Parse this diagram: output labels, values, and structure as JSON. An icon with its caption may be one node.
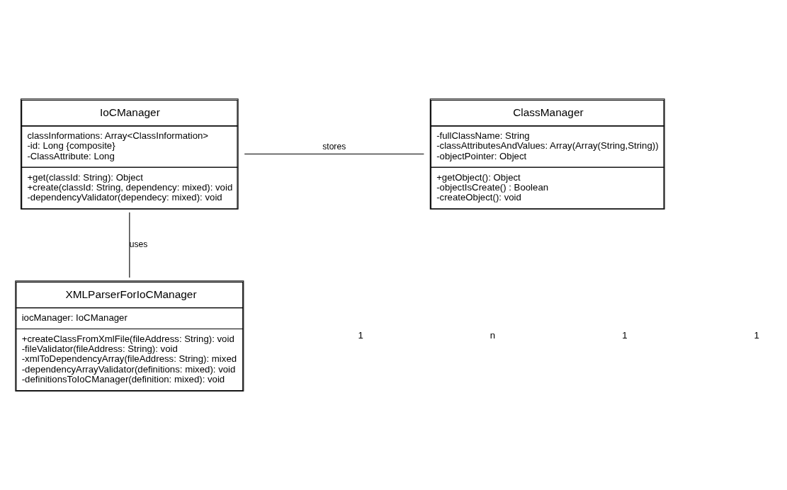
{
  "diagram": {
    "nodes": [
      {
        "text": [
          "IoCManager",
          "classInformations: Array<ClassInformation>",
          "-id: Long {composite}",
          "-ClassAttribute: Long",
          "+get(classId: String): Object",
          "+create(classId: String, dependency: mixed): void",
          "-dependencyValidator(dependecy: mixed): void"
        ]
      },
      {
        "text": [
          "ClassManager",
          "-fullClassName: String",
          "-classAttributesAndValues: Array(Array(String,String))",
          "-objectPointer: Object",
          "+getObject(): Object",
          "-objectIsCreate() : Boolean",
          "-createObject(): void"
        ]
      },
      {
        "text": [
          "XMLParserForIoCManager",
          "iocManager: IoCManager",
          "+createClassFromXmlFile(fileAddress: String): void",
          "-fileValidator(fileAddress: String): void",
          "-xmlToDependencyArray(fileAddress: String): mixed",
          "-dependencyArrayValidator(definitions: mixed): void",
          "-definitionsToIoCManager(definition: mixed): void"
        ]
      }
    ],
    "edges": [
      {
        "from": 0,
        "to": 1,
        "arrow": "none",
        "label": "stores"
      },
      {
        "from": 0,
        "to": 2,
        "arrow": "none",
        "label": "uses"
      }
    ],
    "labels": [
      "1",
      "n",
      "1",
      "1"
    ]
  }
}
